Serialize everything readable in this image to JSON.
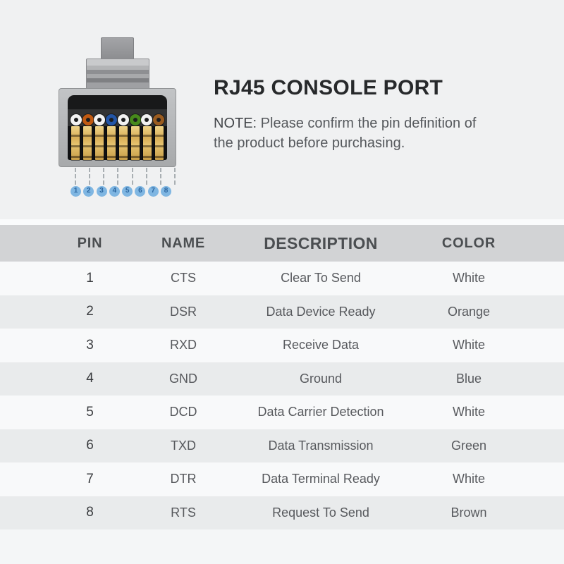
{
  "hero": {
    "title": "RJ45 CONSOLE PORT",
    "note_label": "NOTE:",
    "note_body": " Please confirm the pin definition of the product before purchasing."
  },
  "connector": {
    "pin_numbers": [
      "1",
      "2",
      "3",
      "4",
      "5",
      "6",
      "7",
      "8"
    ],
    "wire_colors": [
      "#f2f2f2",
      "#c05a12",
      "#f2f2f2",
      "#2355a6",
      "#f2f2f2",
      "#47891c",
      "#f2f2f2",
      "#9a5c20"
    ],
    "badge_color": "#7fb6e2",
    "badge_text_color": "#2b659f"
  },
  "table": {
    "headers": [
      "PIN",
      "NAME",
      "DESCRIPTION",
      "COLOR"
    ],
    "rows": [
      {
        "pin": "1",
        "name": "CTS",
        "description": "Clear To Send",
        "color": "White"
      },
      {
        "pin": "2",
        "name": "DSR",
        "description": "Data Device Ready",
        "color": "Orange"
      },
      {
        "pin": "3",
        "name": "RXD",
        "description": "Receive Data",
        "color": "White"
      },
      {
        "pin": "4",
        "name": "GND",
        "description": "Ground",
        "color": "Blue"
      },
      {
        "pin": "5",
        "name": "DCD",
        "description": "Data Carrier Detection",
        "color": "White"
      },
      {
        "pin": "6",
        "name": "TXD",
        "description": "Data Transmission",
        "color": "Green"
      },
      {
        "pin": "7",
        "name": "DTR",
        "description": "Data Terminal Ready",
        "color": "White"
      },
      {
        "pin": "8",
        "name": "RTS",
        "description": "Request To Send",
        "color": "Brown"
      }
    ]
  }
}
